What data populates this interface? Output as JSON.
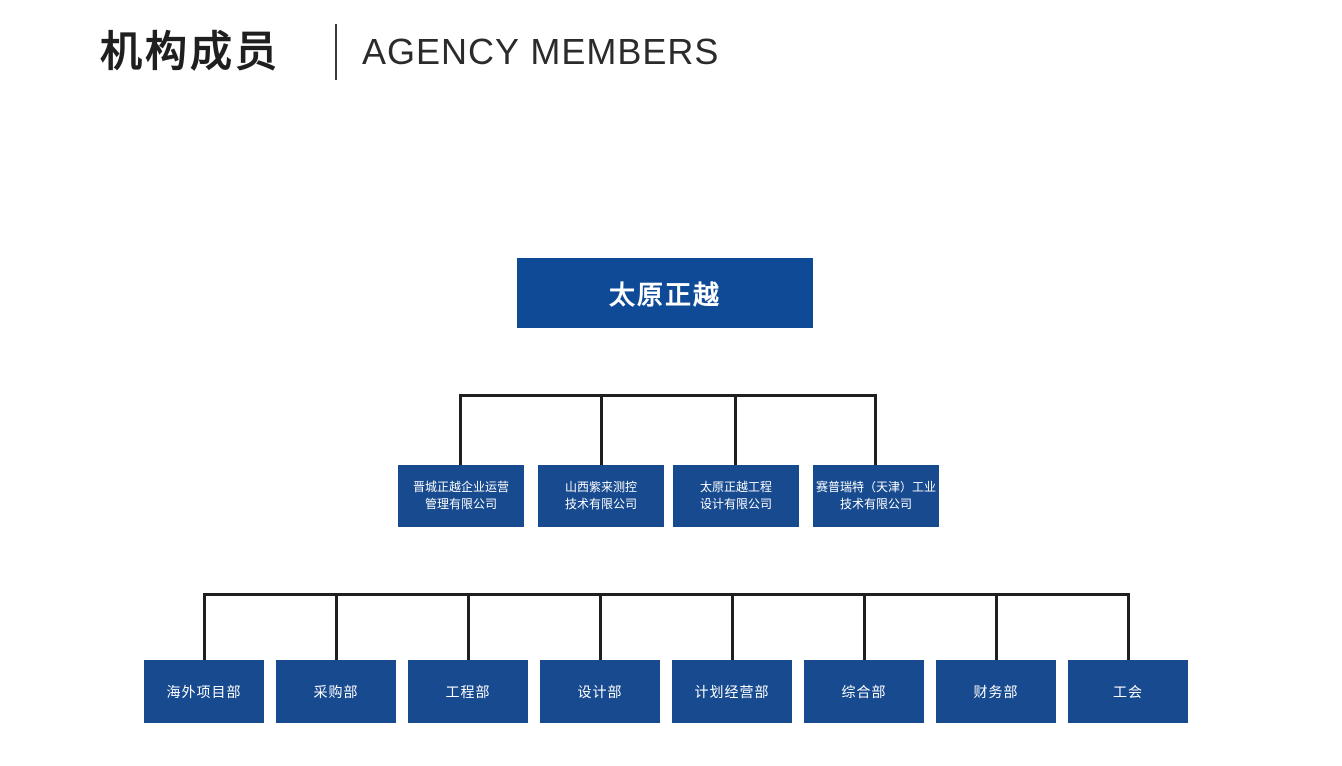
{
  "header": {
    "title_cn": "机构成员",
    "title_en": "AGENCY MEMBERS"
  },
  "org_chart": {
    "root": "太原正越",
    "subsidiaries": [
      {
        "line1": "晋城正越企业运营",
        "line2": "管理有限公司"
      },
      {
        "line1": "山西紫来测控",
        "line2": "技术有限公司"
      },
      {
        "line1": "太原正越工程",
        "line2": "设计有限公司"
      },
      {
        "line1": "赛普瑞特（天津）工业",
        "line2": "技术有限公司"
      }
    ],
    "departments": [
      "海外项目部",
      "采购部",
      "工程部",
      "设计部",
      "计划经营部",
      "综合部",
      "财务部",
      "工会"
    ]
  },
  "colors": {
    "root_box": "#0F4A97",
    "node_box": "#174A8F",
    "connector_line": "#1F1F1F",
    "title_text": "#1F1F1F",
    "box_text": "#FFFFFF",
    "background": "#FFFFFF"
  }
}
